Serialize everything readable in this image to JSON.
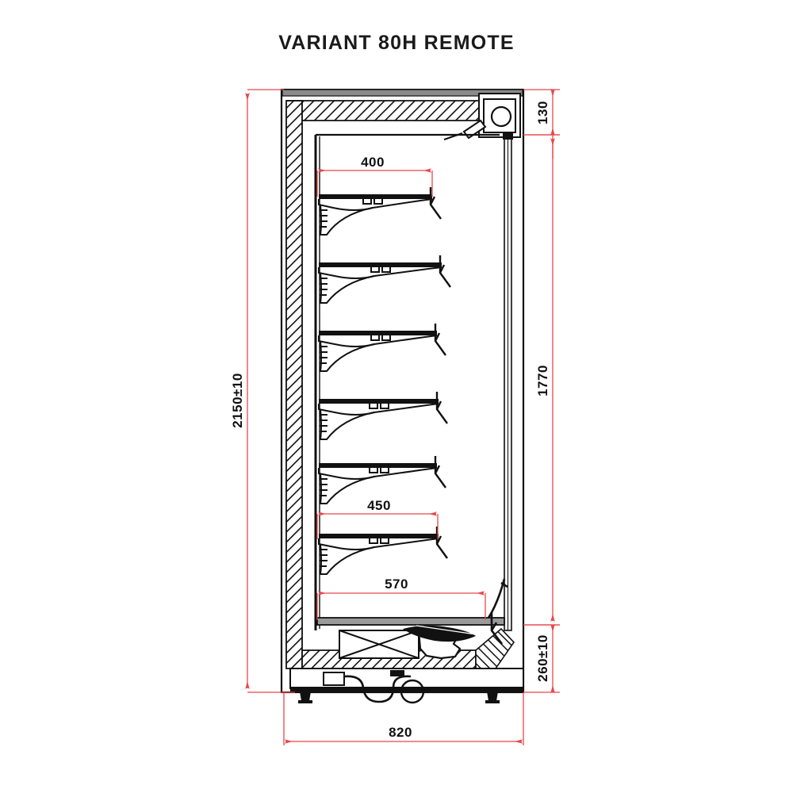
{
  "drawing": {
    "title": "VARIANT 80H REMOTE",
    "type": "technical-section-drawing",
    "product": "refrigerated multideck cabinet cross-section",
    "line_color_geometry": "#111111",
    "line_color_dimension": "#e8474c",
    "background": "#ffffff"
  },
  "dimensions": {
    "overall_height": "2150±10",
    "top_section_height": "130",
    "display_height": "1770",
    "base_height": "260±10",
    "overall_depth": "820",
    "top_shelf_depth": "400",
    "lower_shelf_depth": "450",
    "base_deck_depth": "570"
  },
  "labels": {
    "height_total": "2150±10",
    "height_top": "130",
    "height_middle": "1770",
    "height_base": "260±10",
    "depth_bottom": "820",
    "depth_shelf_top": "400",
    "depth_shelf_low": "450",
    "depth_deck": "570"
  },
  "shelves": {
    "count": 6,
    "note": "six adjustable cantilever shelves with curved under-brackets and front price-rail lip"
  },
  "components": {
    "top_canopy": "insulated canopy with night blind roller",
    "night_blind_roller": "roller drum top right",
    "rear_upright": "perforated rear upright column with shelf hooks",
    "air_curtain_front": "front air curtain / night blind channel",
    "base_deck": "bottom display deck",
    "machine_compartment": "evaporator / fan machine compartment",
    "drain_trap": "drain trap pipe",
    "levelling_feet": "two adjustable levelling feet"
  }
}
